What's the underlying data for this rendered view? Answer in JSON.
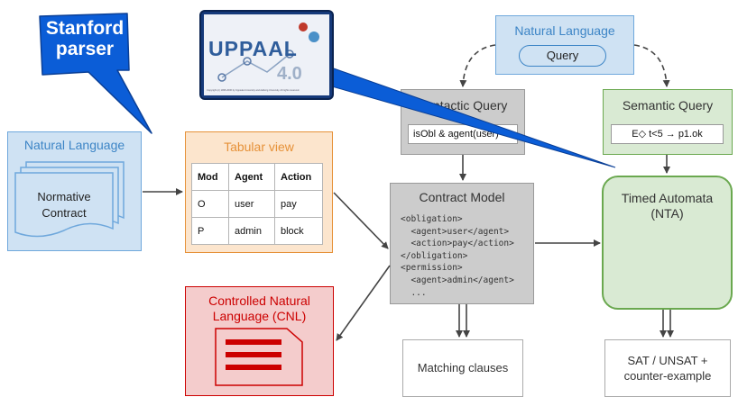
{
  "colors": {
    "blue_fill": "#cfe2f3",
    "blue_border": "#6fa8dc",
    "blue_text": "#3d85c6",
    "orange_fill": "#fce5cd",
    "orange_border": "#e69138",
    "orange_text": "#e69138",
    "red_fill": "#f4cccc",
    "red_border": "#cc0000",
    "red_text": "#cc0000",
    "gray_fill": "#cccccc",
    "gray_border": "#999999",
    "green_fill": "#d9ead3",
    "green_border": "#6aa84f",
    "callout_blue": "#0b5dd7",
    "uppaal_bg": "#15397a"
  },
  "callout": {
    "text": "Stanford\nparser"
  },
  "uppaal_logo": {
    "wordmark": "UPPAAL",
    "version": "4.0",
    "fine_print": "Copyright (c) 1995-2006 by Uppsala University and Aalborg University. All rights reserved."
  },
  "nl_left": {
    "title": "Natural Language",
    "doc_text": "Normative\nContract"
  },
  "tabular": {
    "title": "Tabular view",
    "header": [
      "Mod",
      "Agent",
      "Action"
    ],
    "rows": [
      [
        "O",
        "user",
        "pay"
      ],
      [
        "P",
        "admin",
        "block"
      ]
    ]
  },
  "cnl": {
    "title": "Controlled Natural\nLanguage (CNL)"
  },
  "nl_top": {
    "title": "Natural Language",
    "pill": "Query"
  },
  "syntactic": {
    "title": "Syntactic Query",
    "title_visible": "actic Query",
    "code": "isObl & agent(user)"
  },
  "semantic": {
    "title": "Semantic Query",
    "code": "E◇ t<5 → p1.ok"
  },
  "contract_model": {
    "title": "Contract Model",
    "code": [
      "<obligation>",
      "  <agent>user</agent>",
      "  <action>pay</action>",
      "</obligation>",
      "<permission>",
      "  <agent>admin</agent>",
      "  ..."
    ]
  },
  "nta": {
    "title": "Timed Automata\n(NTA)"
  },
  "matching": {
    "text": "Matching clauses"
  },
  "sat": {
    "text": "SAT / UNSAT +\ncounter-example"
  }
}
